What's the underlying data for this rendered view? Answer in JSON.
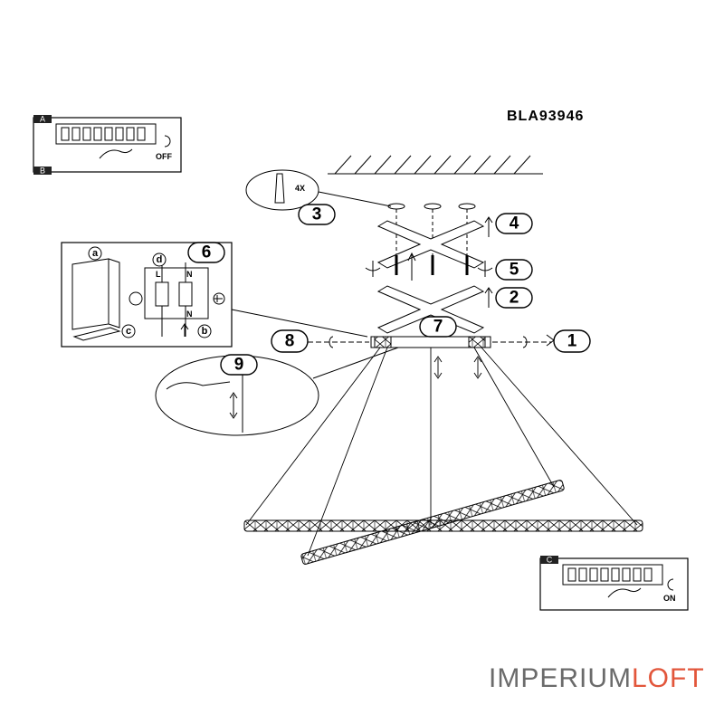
{
  "model_code": "BLA93946",
  "brand": {
    "part1": "IMPERIUM",
    "part2": "LOFT"
  },
  "colors": {
    "brand_gray": "#6b6b6b",
    "brand_accent": "#e2563b"
  },
  "panels": {
    "a_label": "A",
    "b_label": "B",
    "c_label": "C",
    "off_text": "OFF",
    "on_text": "ON"
  },
  "screws": {
    "qty_text": "4X"
  },
  "wiring": {
    "a": "a",
    "b": "b",
    "c": "c",
    "d": "d",
    "l": "L",
    "n": "N",
    "n2": "N"
  },
  "steps": [
    "1",
    "2",
    "3",
    "4",
    "5",
    "6",
    "7",
    "8",
    "9"
  ]
}
